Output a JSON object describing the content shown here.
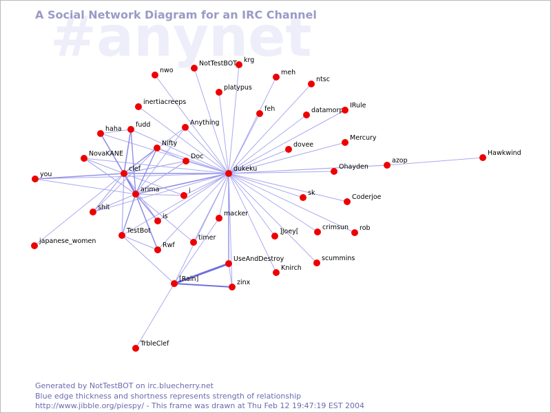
{
  "title": "A Social Network Diagram for an IRC Channel",
  "watermark": "#anynet",
  "footer": {
    "line1": "Generated by NotTestBOT on irc.bluecherry.net",
    "line2": "Blue edge thickness and shortness represents strength of relationship",
    "line3": "http://www.jibble.org/piespy/ - This frame was drawn at Thu Feb 12 19:47:19 EST 2004"
  },
  "colors": {
    "node": "#ee0000",
    "edge": "#a9a9f0",
    "title": "#9a9ac6",
    "footer": "#6a6ab0",
    "watermark": "#eeeefa"
  },
  "nodes": [
    {
      "id": "dukeku",
      "label": "dukeku"
    },
    {
      "id": "nwo",
      "label": "nwo"
    },
    {
      "id": "NotTestBOT",
      "label": "NotTestBOT"
    },
    {
      "id": "krg",
      "label": "krg"
    },
    {
      "id": "meh",
      "label": "meh"
    },
    {
      "id": "ntsc",
      "label": "ntsc"
    },
    {
      "id": "platypus",
      "label": "platypus"
    },
    {
      "id": "inertiacreeps",
      "label": "inertiacreeps"
    },
    {
      "id": "feh",
      "label": "feh"
    },
    {
      "id": "datamorph",
      "label": "datamorph"
    },
    {
      "id": "IRule",
      "label": "IRule"
    },
    {
      "id": "fudd",
      "label": "fudd"
    },
    {
      "id": "Anything",
      "label": "Anything"
    },
    {
      "id": "haha",
      "label": "haha"
    },
    {
      "id": "Nifty",
      "label": "Nifty"
    },
    {
      "id": "dovee",
      "label": "dovee"
    },
    {
      "id": "Mercury",
      "label": "Mercury"
    },
    {
      "id": "NovaKANE",
      "label": "NovaKANE"
    },
    {
      "id": "Doc",
      "label": "Doc"
    },
    {
      "id": "Hawkwind",
      "label": "Hawkwind"
    },
    {
      "id": "azop",
      "label": "azop"
    },
    {
      "id": "Ohayden",
      "label": "Ohayden"
    },
    {
      "id": "clef",
      "label": "clef"
    },
    {
      "id": "you",
      "label": "you"
    },
    {
      "id": "arima",
      "label": "arima"
    },
    {
      "id": "i",
      "label": "i"
    },
    {
      "id": "sk",
      "label": "sk"
    },
    {
      "id": "Coderjoe",
      "label": "Coderjoe"
    },
    {
      "id": "shit",
      "label": "shit"
    },
    {
      "id": "is",
      "label": "is"
    },
    {
      "id": "macker",
      "label": "macker"
    },
    {
      "id": "Joey",
      "label": "]Joey["
    },
    {
      "id": "crimsun",
      "label": "crimsun"
    },
    {
      "id": "rob",
      "label": "rob"
    },
    {
      "id": "TestBot",
      "label": "TestBot"
    },
    {
      "id": "timer",
      "label": "timer"
    },
    {
      "id": "japanese_women",
      "label": "japanese_women"
    },
    {
      "id": "Rwf",
      "label": "Rwf"
    },
    {
      "id": "UseAndDestroy",
      "label": "UseAndDestroy"
    },
    {
      "id": "scummins",
      "label": "scummins"
    },
    {
      "id": "Knirch",
      "label": "Knirch"
    },
    {
      "id": "Rain",
      "label": "[Rain]"
    },
    {
      "id": "zinx",
      "label": "zinx"
    },
    {
      "id": "TrbleClef",
      "label": "TrbleClef"
    }
  ],
  "edges": [
    {
      "source": "dukeku",
      "target": "nwo",
      "strength": 1
    },
    {
      "source": "dukeku",
      "target": "NotTestBOT",
      "strength": 1
    },
    {
      "source": "dukeku",
      "target": "krg",
      "strength": 1
    },
    {
      "source": "dukeku",
      "target": "meh",
      "strength": 1
    },
    {
      "source": "dukeku",
      "target": "ntsc",
      "strength": 1
    },
    {
      "source": "dukeku",
      "target": "platypus",
      "strength": 1
    },
    {
      "source": "dukeku",
      "target": "inertiacreeps",
      "strength": 1
    },
    {
      "source": "dukeku",
      "target": "feh",
      "strength": 1
    },
    {
      "source": "dukeku",
      "target": "datamorph",
      "strength": 1
    },
    {
      "source": "dukeku",
      "target": "IRule",
      "strength": 1
    },
    {
      "source": "dukeku",
      "target": "fudd",
      "strength": 1
    },
    {
      "source": "dukeku",
      "target": "Anything",
      "strength": 1
    },
    {
      "source": "dukeku",
      "target": "haha",
      "strength": 1
    },
    {
      "source": "dukeku",
      "target": "Nifty",
      "strength": 1
    },
    {
      "source": "dukeku",
      "target": "dovee",
      "strength": 1
    },
    {
      "source": "dukeku",
      "target": "Mercury",
      "strength": 1
    },
    {
      "source": "dukeku",
      "target": "NovaKANE",
      "strength": 1
    },
    {
      "source": "dukeku",
      "target": "Doc",
      "strength": 1
    },
    {
      "source": "dukeku",
      "target": "azop",
      "strength": 1.2
    },
    {
      "source": "dukeku",
      "target": "Ohayden",
      "strength": 1
    },
    {
      "source": "dukeku",
      "target": "clef",
      "strength": 1.6
    },
    {
      "source": "dukeku",
      "target": "you",
      "strength": 1
    },
    {
      "source": "dukeku",
      "target": "arima",
      "strength": 1.6
    },
    {
      "source": "dukeku",
      "target": "i",
      "strength": 1
    },
    {
      "source": "dukeku",
      "target": "sk",
      "strength": 1
    },
    {
      "source": "dukeku",
      "target": "Coderjoe",
      "strength": 1
    },
    {
      "source": "dukeku",
      "target": "shit",
      "strength": 1
    },
    {
      "source": "dukeku",
      "target": "is",
      "strength": 1
    },
    {
      "source": "dukeku",
      "target": "macker",
      "strength": 1
    },
    {
      "source": "dukeku",
      "target": "Joey",
      "strength": 1
    },
    {
      "source": "dukeku",
      "target": "crimsun",
      "strength": 1
    },
    {
      "source": "dukeku",
      "target": "rob",
      "strength": 1
    },
    {
      "source": "dukeku",
      "target": "TestBot",
      "strength": 1
    },
    {
      "source": "dukeku",
      "target": "timer",
      "strength": 1
    },
    {
      "source": "dukeku",
      "target": "Rwf",
      "strength": 1
    },
    {
      "source": "dukeku",
      "target": "UseAndDestroy",
      "strength": 1.4
    },
    {
      "source": "dukeku",
      "target": "scummins",
      "strength": 1
    },
    {
      "source": "dukeku",
      "target": "Knirch",
      "strength": 1
    },
    {
      "source": "dukeku",
      "target": "Rain",
      "strength": 1
    },
    {
      "source": "dukeku",
      "target": "zinx",
      "strength": 1
    },
    {
      "source": "azop",
      "target": "Hawkwind",
      "strength": 1
    },
    {
      "source": "clef",
      "target": "you",
      "strength": 1.4
    },
    {
      "source": "clef",
      "target": "fudd",
      "strength": 1.6
    },
    {
      "source": "clef",
      "target": "haha",
      "strength": 1.4
    },
    {
      "source": "clef",
      "target": "Nifty",
      "strength": 1.6
    },
    {
      "source": "clef",
      "target": "NovaKANE",
      "strength": 1.2
    },
    {
      "source": "clef",
      "target": "Doc",
      "strength": 1.2
    },
    {
      "source": "clef",
      "target": "arima",
      "strength": 2.4
    },
    {
      "source": "clef",
      "target": "shit",
      "strength": 1.2
    },
    {
      "source": "clef",
      "target": "japanese_women",
      "strength": 1
    },
    {
      "source": "clef",
      "target": "TestBot",
      "strength": 1.2
    },
    {
      "source": "clef",
      "target": "is",
      "strength": 1
    },
    {
      "source": "clef",
      "target": "Anything",
      "strength": 1
    },
    {
      "source": "clef",
      "target": "i",
      "strength": 1
    },
    {
      "source": "arima",
      "target": "haha",
      "strength": 1.4
    },
    {
      "source": "arima",
      "target": "fudd",
      "strength": 1.4
    },
    {
      "source": "arima",
      "target": "Nifty",
      "strength": 1.4
    },
    {
      "source": "arima",
      "target": "NovaKANE",
      "strength": 1.2
    },
    {
      "source": "arima",
      "target": "Doc",
      "strength": 1.2
    },
    {
      "source": "arima",
      "target": "you",
      "strength": 1
    },
    {
      "source": "arima",
      "target": "i",
      "strength": 1
    },
    {
      "source": "arima",
      "target": "shit",
      "strength": 1.2
    },
    {
      "source": "arima",
      "target": "is",
      "strength": 1.4
    },
    {
      "source": "arima",
      "target": "TestBot",
      "strength": 1.4
    },
    {
      "source": "arima",
      "target": "Rwf",
      "strength": 1.6
    },
    {
      "source": "arima",
      "target": "Anything",
      "strength": 1
    },
    {
      "source": "arima",
      "target": "timer",
      "strength": 1
    },
    {
      "source": "fudd",
      "target": "haha",
      "strength": 1
    },
    {
      "source": "Nifty",
      "target": "Doc",
      "strength": 1
    },
    {
      "source": "Nifty",
      "target": "shit",
      "strength": 1
    },
    {
      "source": "TestBot",
      "target": "Rwf",
      "strength": 1.2
    },
    {
      "source": "TestBot",
      "target": "Rain",
      "strength": 1
    },
    {
      "source": "Rain",
      "target": "UseAndDestroy",
      "strength": 3
    },
    {
      "source": "Rain",
      "target": "zinx",
      "strength": 2
    },
    {
      "source": "Rain",
      "target": "TrbleClef",
      "strength": 1
    },
    {
      "source": "Rain",
      "target": "macker",
      "strength": 1
    },
    {
      "source": "UseAndDestroy",
      "target": "zinx",
      "strength": 1
    }
  ]
}
